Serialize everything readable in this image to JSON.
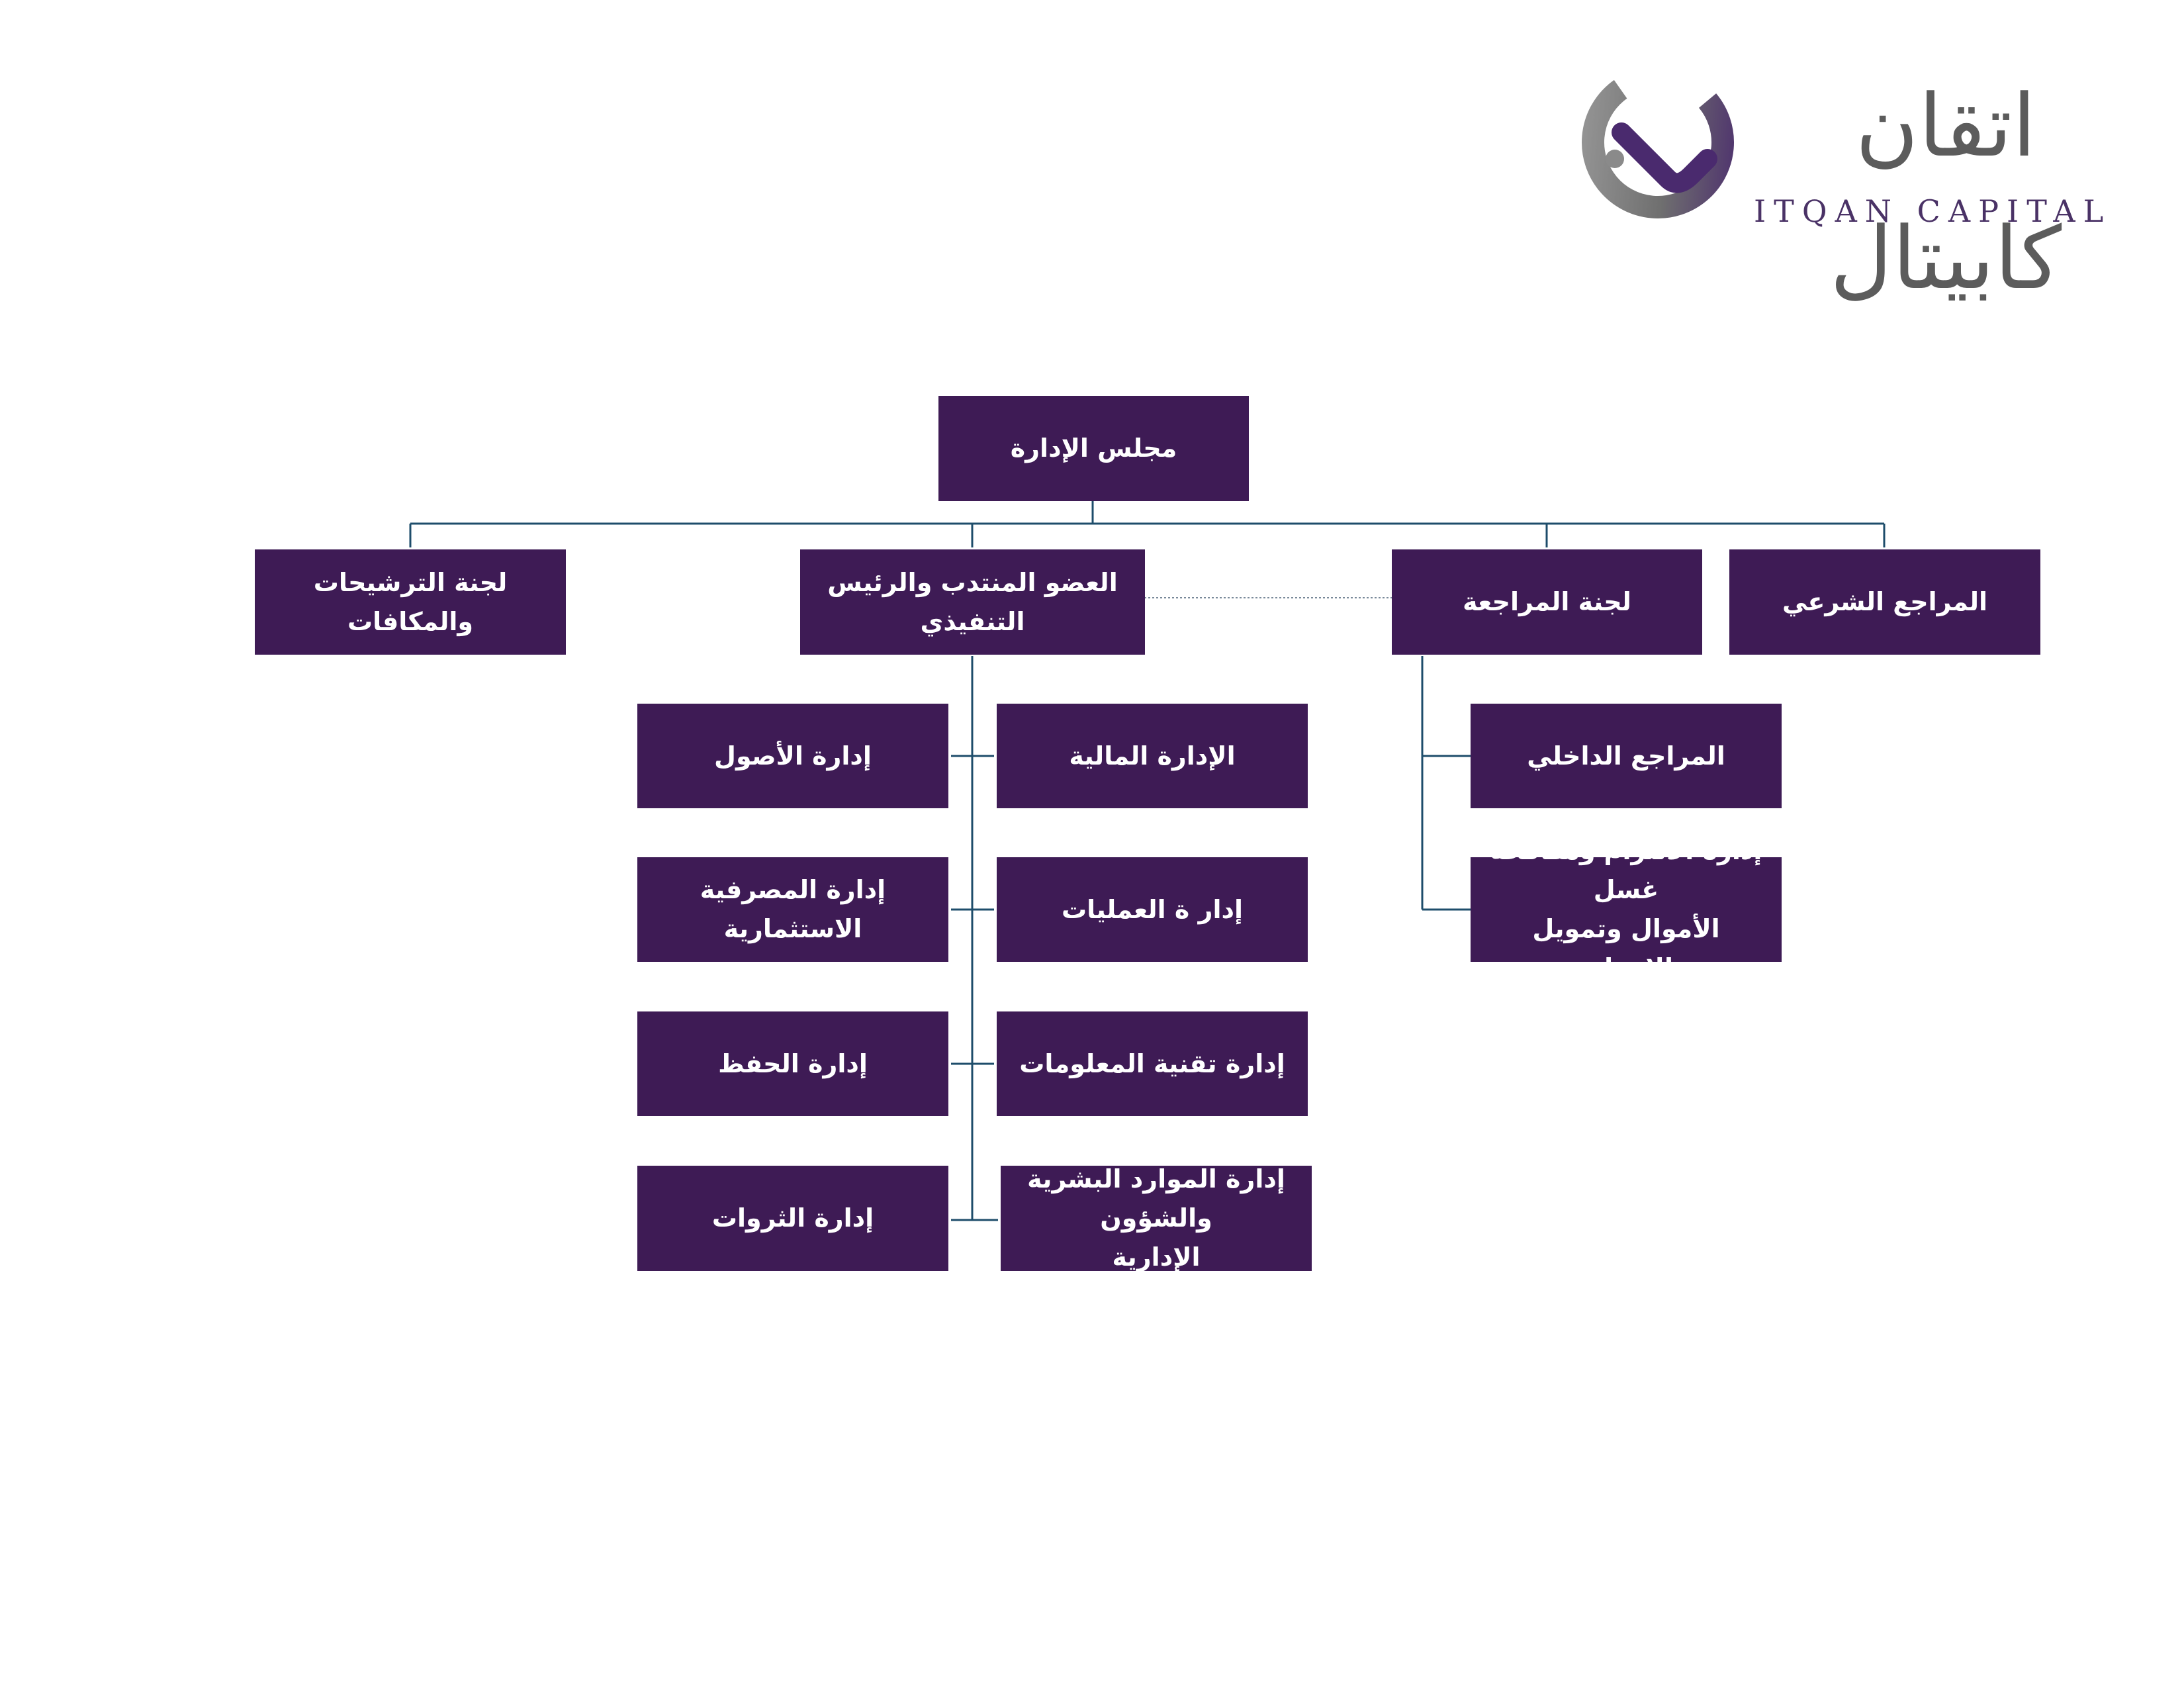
{
  "colors": {
    "box": "#3e1b55",
    "connector": "#1e4d6b",
    "box_text": "#ffffff"
  },
  "logo": {
    "arabic": "اتقان كابيتال",
    "latin": "ITQAN CAPITAL",
    "icon": "itqan-ring-icon"
  },
  "org_chart": {
    "board": "مجلس الإدارة",
    "shariah_auditor": "المراجع الشرعي",
    "audit_committee": "لجنة المراجعة",
    "ceo": "العضو المنتدب والرئيس التنفيذي",
    "nominations_committee": "لجنة الترشيحات والمكافات",
    "internal_auditor": "المراجع الداخلي",
    "compliance_line1": "إدارة الالتزام ومكافحة غسل",
    "compliance_line2": "الأموال وتمويل الإرهاب",
    "finance": "الإدارة المالية",
    "operations": "إدار ة العمليات",
    "it": "إدارة تقنية المعلومات",
    "hr_line1": "إدارة الموارد البشرية والشؤون",
    "hr_line2": "الإدارية",
    "assets": "إدارة الأصول",
    "investment_banking": "إدارة المصرفية الاستثمارية",
    "custody": "إدارة الحفظ",
    "wealth": "إدارة الثروات"
  }
}
